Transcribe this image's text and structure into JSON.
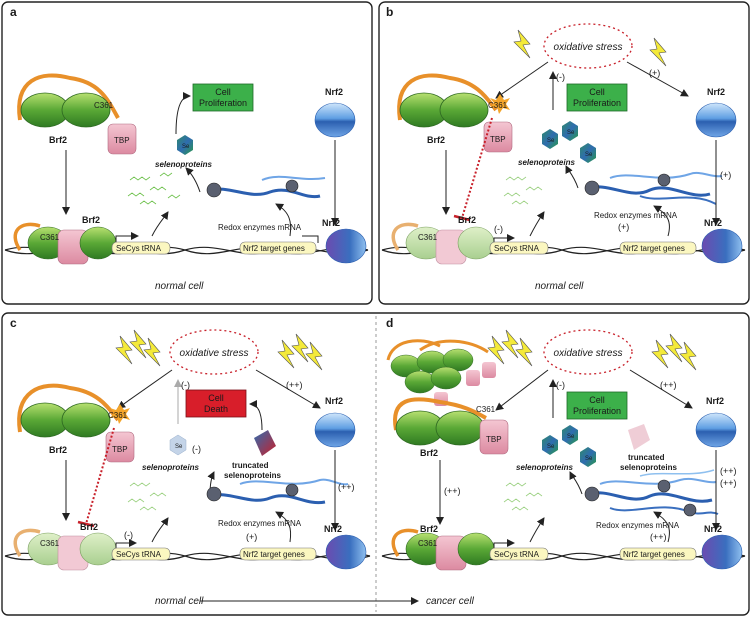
{
  "panels": [
    {
      "letter": "a",
      "footer": "normal  cell",
      "brf2": "Brf2",
      "c361": "C361",
      "tbp": "TBP",
      "box": "Cell\nProliferation",
      "nrf2": "Nrf2",
      "se": "Se",
      "seleno": "selenoproteins",
      "trna": "SeCys tRNA",
      "mrna": "Redox enzymes mRNA",
      "target": "Nrf2 target genes"
    },
    {
      "letter": "b",
      "footer": "normal  cell",
      "stress": "oxidative stress",
      "minus": "(-)",
      "plus": "(+)",
      "brf2": "Brf2",
      "c361": "C361",
      "tbp": "TBP",
      "box": "Cell\nProliferation",
      "nrf2": "Nrf2",
      "se": "Se",
      "seleno": "selenoproteins",
      "trna": "SeCys tRNA",
      "mrna": "Redox enzymes mRNA",
      "target": "Nrf2 target genes"
    },
    {
      "letter": "c",
      "footer": "normal  cell",
      "stress": "oxidative stress",
      "minus": "(-)",
      "plus": "(+)",
      "pp": "(++)",
      "brf2": "Brf2",
      "c361": "C361",
      "tbp": "TBP",
      "box": "Cell\nDeath",
      "nrf2": "Nrf2",
      "se": "Se",
      "seleno": "selenoproteins",
      "trunc": "truncated\nselenoproteins",
      "trna": "SeCys tRNA",
      "mrna": "Redox enzymes mRNA",
      "target": "Nrf2 target genes"
    },
    {
      "letter": "d",
      "footer": "cancer cell",
      "stress": "oxidative stress",
      "minus": "(-)",
      "pp": "(++)",
      "brf2": "Brf2",
      "c361": "C361",
      "tbp": "TBP",
      "box": "Cell\nProliferation",
      "nrf2": "Nrf2",
      "se": "Se",
      "seleno": "selenoproteins",
      "trunc": "truncated\nselenoproteins",
      "trna": "SeCys tRNA",
      "mrna": "Redox enzymes mRNA",
      "target": "Nrf2 target genes"
    }
  ],
  "colors": {
    "green": "#4a9a2a",
    "light_green": "#a8d46a",
    "pink": "#e9a3b6",
    "orange": "#e8902a",
    "blue": "#3a6fbf",
    "yellow": "#f4ea3a",
    "red": "#c8202a",
    "box_green": "#3cb04a",
    "box_red": "#d81e2a"
  }
}
